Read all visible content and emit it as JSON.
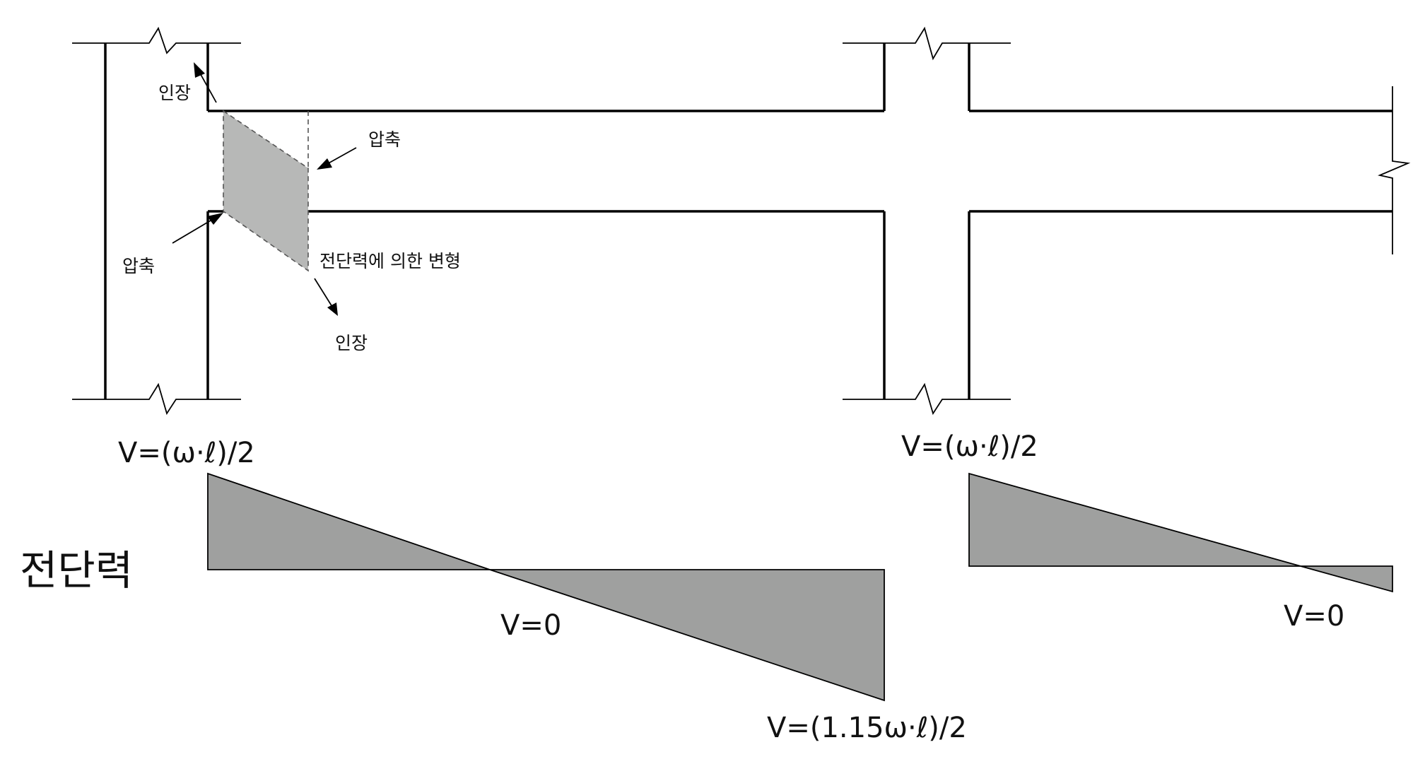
{
  "labels": {
    "tension_top": "인장",
    "compression_right": "압축",
    "compression_left": "압축",
    "shear_deformation": "전단력에 의한 변형",
    "tension_bottom": "인장",
    "shear_force_title": "전단력"
  },
  "formulas": {
    "v_left_end": "V=(ω·ℓ)/2",
    "v_right_end": "V=(ω·ℓ)/2",
    "v_zero_main": "V=0",
    "v_zero_right": "V=0",
    "v_max_neg": "V=(1.15ω·ℓ)/2"
  },
  "colors": {
    "line": "#000000",
    "shear_fill": "#9fa09f",
    "deformation_fill": "#b7b8b7"
  }
}
